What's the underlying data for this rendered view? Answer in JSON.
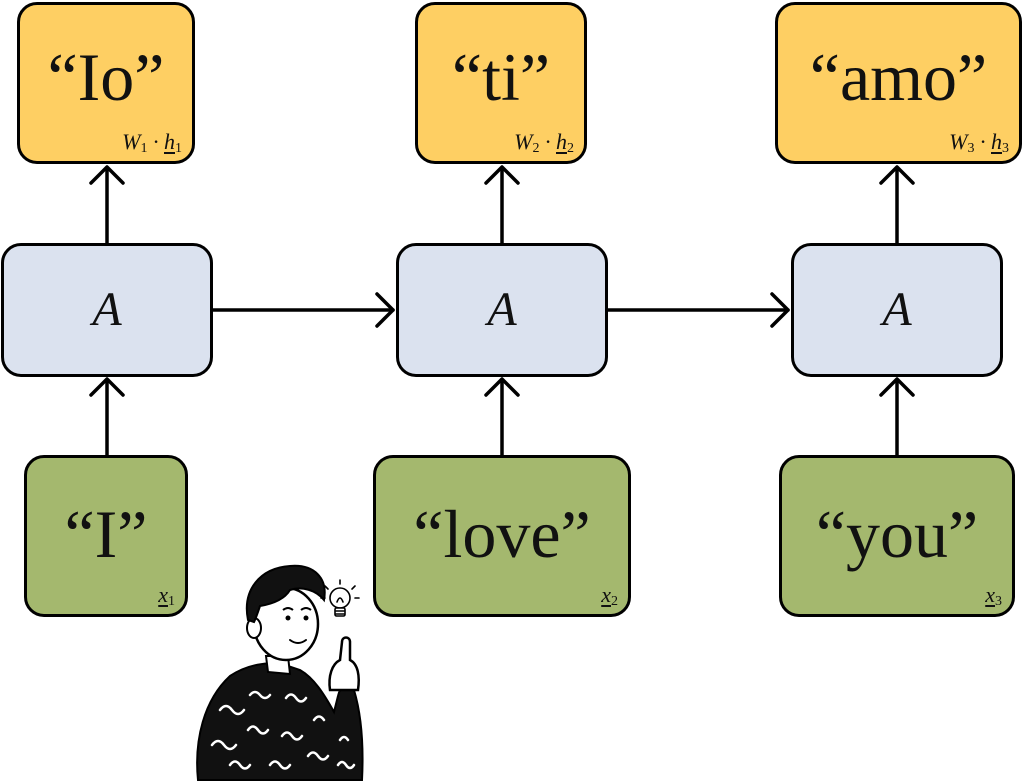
{
  "diagram": {
    "outputs": [
      {
        "word": "“Io”",
        "var": "W",
        "sub": "1",
        "dot": "·",
        "hvar": "h",
        "hsub": "1"
      },
      {
        "word": "“ti”",
        "var": "W",
        "sub": "2",
        "dot": "·",
        "hvar": "h",
        "hsub": "2"
      },
      {
        "word": "“amo”",
        "var": "W",
        "sub": "3",
        "dot": "·",
        "hvar": "h",
        "hsub": "3"
      }
    ],
    "cells": [
      {
        "label": "A"
      },
      {
        "label": "A"
      },
      {
        "label": "A"
      }
    ],
    "inputs": [
      {
        "word": "“I”",
        "var": "x",
        "sub": "1"
      },
      {
        "word": "“love”",
        "var": "x",
        "sub": "2"
      },
      {
        "word": "“you”",
        "var": "x",
        "sub": "3"
      }
    ],
    "colors": {
      "output_fill": "#fecf63",
      "cell_fill": "#dbe2ef",
      "input_fill": "#a4b86e",
      "stroke": "#000000"
    },
    "illustration_icons": [
      "person-thinking-icon",
      "lightbulb-icon"
    ]
  }
}
